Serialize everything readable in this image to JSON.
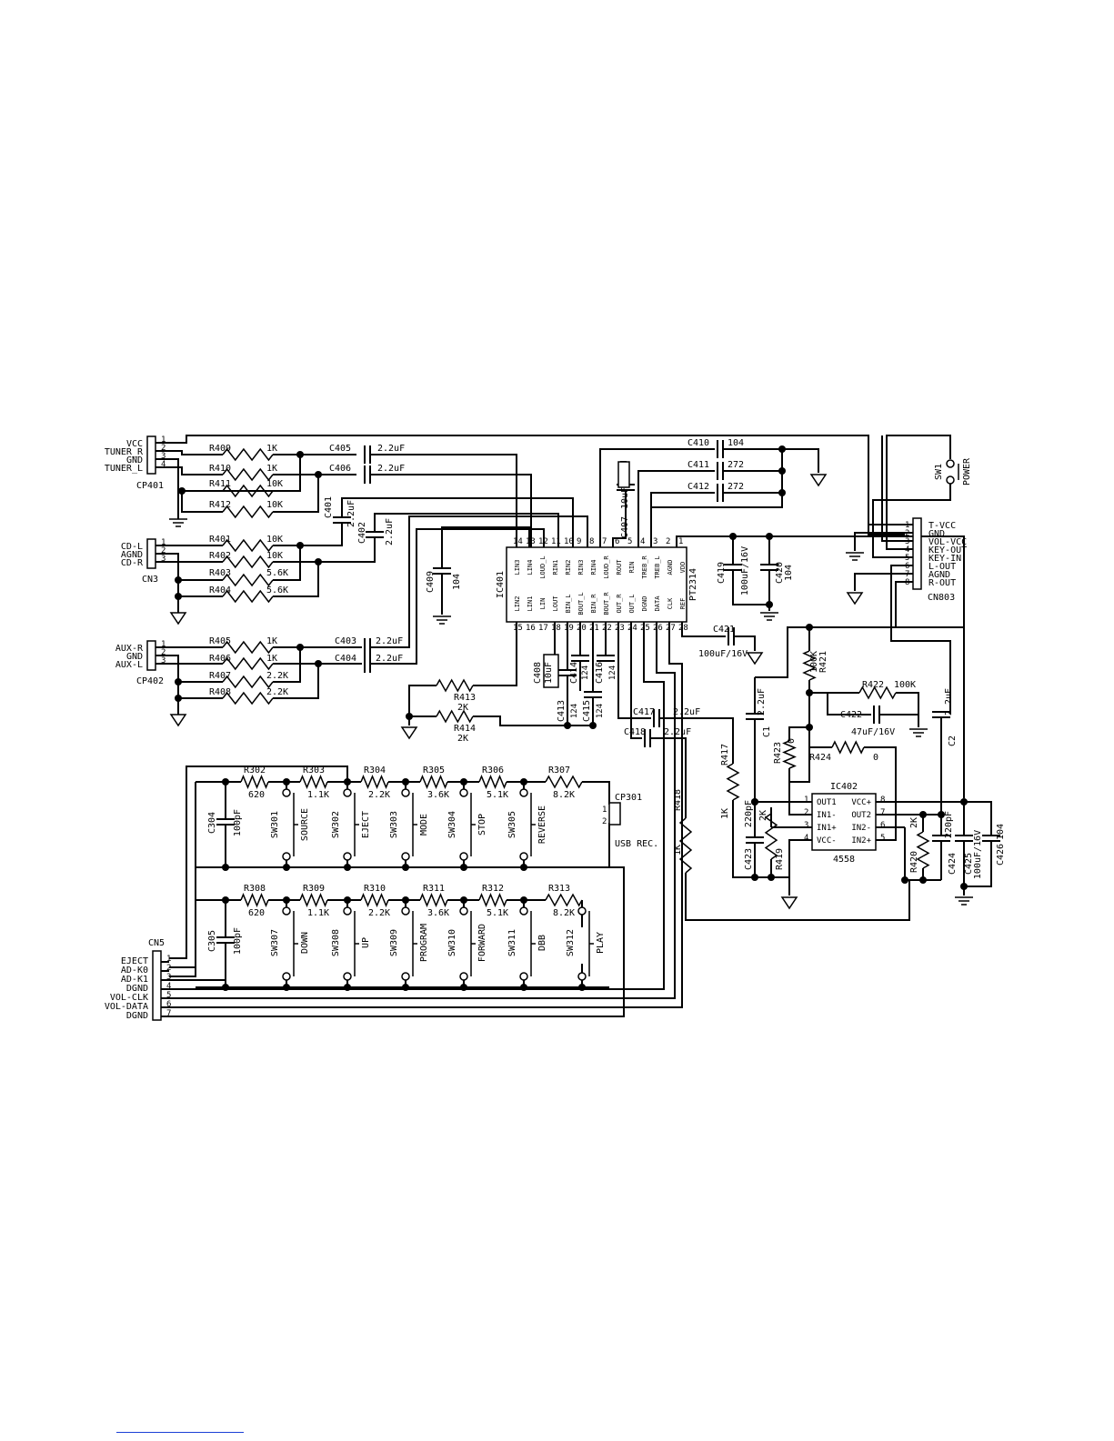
{
  "connectors": {
    "cp401": {
      "ref": "CP401",
      "pins": [
        "VCC",
        "TUNER_R",
        "GND",
        "TUNER_L"
      ],
      "nums": [
        "1",
        "2",
        "3",
        "4"
      ]
    },
    "cn3": {
      "ref": "CN3",
      "pins": [
        "CD-L",
        "AGND",
        "CD-R"
      ],
      "nums": [
        "1",
        "2",
        "3"
      ]
    },
    "cp402": {
      "ref": "CP402",
      "pins": [
        "AUX-R",
        "GND",
        "AUX-L"
      ],
      "nums": [
        "1",
        "2",
        "3"
      ]
    },
    "cn5": {
      "ref": "CN5",
      "pins": [
        "EJECT",
        "AD-K0",
        "AD-K1",
        "DGND",
        "VOL-CLK",
        "VOL-DATA",
        "DGND"
      ],
      "nums": [
        "1",
        "2",
        "3",
        "4",
        "5",
        "6",
        "7"
      ]
    },
    "cn803": {
      "ref": "CN803",
      "pins": [
        "T-VCC",
        "GND",
        "VOL-VCC",
        "KEY-OUT",
        "KEY-IN",
        "L-OUT",
        "AGND",
        "R-OUT"
      ],
      "nums": [
        "1",
        "2",
        "3",
        "4",
        "5",
        "6",
        "7",
        "8"
      ]
    },
    "cp301": {
      "ref": "CP301",
      "label": "USB REC.",
      "nums": [
        "1",
        "2"
      ]
    }
  },
  "input_resistors": [
    {
      "ref": "R409",
      "val": "1K"
    },
    {
      "ref": "R410",
      "val": "1K"
    },
    {
      "ref": "R411",
      "val": "10K"
    },
    {
      "ref": "R412",
      "val": "10K"
    },
    {
      "ref": "R401",
      "val": "10K"
    },
    {
      "ref": "R402",
      "val": "10K"
    },
    {
      "ref": "R403",
      "val": "5.6K"
    },
    {
      "ref": "R404",
      "val": "5.6K"
    },
    {
      "ref": "R405",
      "val": "1K"
    },
    {
      "ref": "R406",
      "val": "1K"
    },
    {
      "ref": "R407",
      "val": "2.2K"
    },
    {
      "ref": "R408",
      "val": "2.2K"
    }
  ],
  "coupling_caps": [
    {
      "ref": "C405",
      "val": "2.2uF"
    },
    {
      "ref": "C406",
      "val": "2.2uF"
    },
    {
      "ref": "C403",
      "val": "2.2uF"
    },
    {
      "ref": "C404",
      "val": "2.2uF"
    },
    {
      "ref": "C401",
      "val": "2.2uF"
    },
    {
      "ref": "C402",
      "val": "2.2uF"
    }
  ],
  "tone_caps": [
    {
      "ref": "C410",
      "val": "104"
    },
    {
      "ref": "C411",
      "val": "272"
    },
    {
      "ref": "C412",
      "val": "272"
    }
  ],
  "misc_caps": {
    "c407": {
      "ref": "C407",
      "val": "10uF"
    },
    "c409": {
      "ref": "C409",
      "val": "104"
    },
    "c408": {
      "ref": "C408",
      "val": "10uF"
    },
    "c413": {
      "ref": "C413",
      "val": "124"
    },
    "c414": {
      "ref": "C414",
      "val": "124"
    },
    "c415": {
      "ref": "C415",
      "val": "124"
    },
    "c416": {
      "ref": "C416",
      "val": "124"
    },
    "c419": {
      "ref": "C419",
      "val": "100uF/16V"
    },
    "c420": {
      "ref": "C420",
      "val": "104"
    },
    "c421": {
      "ref": "C421",
      "val": "100uF/16V"
    },
    "c417": {
      "ref": "C417",
      "val": "2.2uF"
    },
    "c418": {
      "ref": "C418",
      "val": "2.2uF"
    },
    "c1": {
      "ref": "C1",
      "val": "2.2uF"
    },
    "c2": {
      "ref": "C2",
      "val": "2.2uF"
    },
    "c422": {
      "ref": "C422",
      "val": "47uF/16V"
    },
    "c423": {
      "ref": "C423",
      "val": "220pF"
    },
    "c424": {
      "ref": "C424",
      "val": "220pF"
    },
    "c425": {
      "ref": "C425",
      "val": "100uF/16V"
    },
    "c426": {
      "ref": "C426",
      "val": "104"
    },
    "c304": {
      "ref": "C304",
      "val": "100pF"
    },
    "c305": {
      "ref": "C305",
      "val": "100pF"
    }
  },
  "misc_resistors": {
    "r413": {
      "ref": "R413",
      "val": "2K"
    },
    "r414": {
      "ref": "R414",
      "val": "2K"
    },
    "r417": {
      "ref": "R417",
      "val": "1K"
    },
    "r418": {
      "ref": "R418",
      "val": "1K"
    },
    "r419": {
      "ref": "R419",
      "val": "2K"
    },
    "r420": {
      "ref": "R420",
      "val": "2K"
    },
    "r421": {
      "ref": "R421",
      "val": "100K"
    },
    "r422": {
      "ref": "R422",
      "val": "100K"
    },
    "r423": {
      "ref": "R423",
      "val": "0"
    },
    "r424": {
      "ref": "R424",
      "val": "0"
    }
  },
  "ic401": {
    "ref": "IC401",
    "part": "PT2314",
    "top_pins": [
      {
        "n": "14",
        "s": "LIN3"
      },
      {
        "n": "13",
        "s": "LIN4"
      },
      {
        "n": "12",
        "s": "LOUD_L"
      },
      {
        "n": "11",
        "s": "RIN1"
      },
      {
        "n": "10",
        "s": "RIN2"
      },
      {
        "n": "9",
        "s": "RIN3"
      },
      {
        "n": "8",
        "s": "RIN4"
      },
      {
        "n": "7",
        "s": "LOUD_R"
      },
      {
        "n": "6",
        "s": "ROUT"
      },
      {
        "n": "5",
        "s": "RIN"
      },
      {
        "n": "4",
        "s": "TREB_R"
      },
      {
        "n": "3",
        "s": "TREB_L"
      },
      {
        "n": "2",
        "s": "AGND"
      },
      {
        "n": "1",
        "s": "VDD"
      }
    ],
    "bottom_pins": [
      {
        "n": "15",
        "s": "LIN2"
      },
      {
        "n": "16",
        "s": "LIN1"
      },
      {
        "n": "17",
        "s": "LIN"
      },
      {
        "n": "18",
        "s": "LOUT"
      },
      {
        "n": "19",
        "s": "BIN_L"
      },
      {
        "n": "20",
        "s": "BOUT_L"
      },
      {
        "n": "21",
        "s": "BIN_R"
      },
      {
        "n": "22",
        "s": "BOUT_R"
      },
      {
        "n": "23",
        "s": "OUT_R"
      },
      {
        "n": "24",
        "s": "OUT_L"
      },
      {
        "n": "25",
        "s": "DGND"
      },
      {
        "n": "26",
        "s": "DATA"
      },
      {
        "n": "27",
        "s": "CLK"
      },
      {
        "n": "28",
        "s": "REF"
      }
    ]
  },
  "ic402": {
    "ref": "IC402",
    "part": "4558",
    "left_pins": [
      {
        "n": "1",
        "s": "OUT1"
      },
      {
        "n": "2",
        "s": "IN1-"
      },
      {
        "n": "3",
        "s": "IN1+"
      },
      {
        "n": "4",
        "s": "VCC-"
      }
    ],
    "right_pins": [
      {
        "n": "8",
        "s": "VCC+"
      },
      {
        "n": "7",
        "s": "OUT2"
      },
      {
        "n": "6",
        "s": "IN2-"
      },
      {
        "n": "5",
        "s": "IN2+"
      }
    ]
  },
  "sw1": {
    "ref": "SW1",
    "label": "POWER"
  },
  "key_row1": {
    "resistors": [
      {
        "ref": "R302",
        "val": "620"
      },
      {
        "ref": "R303",
        "val": "1.1K"
      },
      {
        "ref": "R304",
        "val": "2.2K"
      },
      {
        "ref": "R305",
        "val": "3.6K"
      },
      {
        "ref": "R306",
        "val": "5.1K"
      },
      {
        "ref": "R307",
        "val": "8.2K"
      }
    ],
    "switches": [
      {
        "ref": "SW301",
        "label": "SOURCE"
      },
      {
        "ref": "SW302",
        "label": "EJECT"
      },
      {
        "ref": "SW303",
        "label": "MODE"
      },
      {
        "ref": "SW304",
        "label": "STOP"
      },
      {
        "ref": "SW305",
        "label": "REVERSE"
      }
    ]
  },
  "key_row2": {
    "resistors": [
      {
        "ref": "R308",
        "val": "620"
      },
      {
        "ref": "R309",
        "val": "1.1K"
      },
      {
        "ref": "R310",
        "val": "2.2K"
      },
      {
        "ref": "R311",
        "val": "3.6K"
      },
      {
        "ref": "R312",
        "val": "5.1K"
      },
      {
        "ref": "R313",
        "val": "8.2K"
      }
    ],
    "switches": [
      {
        "ref": "SW307",
        "label": "DOWN"
      },
      {
        "ref": "SW308",
        "label": "UP"
      },
      {
        "ref": "SW309",
        "label": "PROGRAM"
      },
      {
        "ref": "SW310",
        "label": "FORWARD"
      },
      {
        "ref": "SW311",
        "label": "DBB"
      },
      {
        "ref": "SW312",
        "label": "PLAY"
      }
    ]
  }
}
